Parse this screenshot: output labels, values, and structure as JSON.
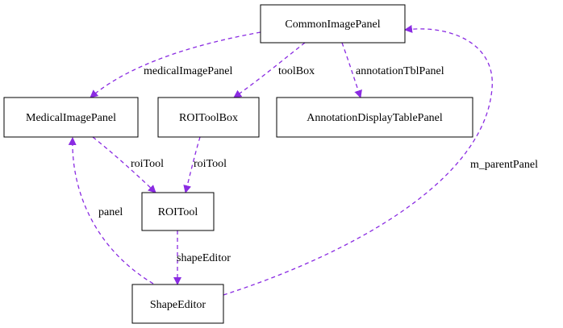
{
  "colors": {
    "edge": "#8a2be2",
    "node_border": "#000000",
    "background": "#ffffff"
  },
  "nodes": {
    "common": "CommonImagePanel",
    "medical": "MedicalImagePanel",
    "roitoolbox": "ROIToolBox",
    "annotation": "AnnotationDisplayTablePanel",
    "roitool": "ROITool",
    "shapeeditor": "ShapeEditor"
  },
  "edges": {
    "medicalImagePanel": "medicalImagePanel",
    "toolBox": "toolBox",
    "annotationTblPanel": "annotationTblPanel",
    "roiTool_medical": "roiTool",
    "roiTool_toolbox": "roiTool",
    "panel": "panel",
    "shapeEditor": "shapeEditor",
    "m_parentPanel": "m_parentPanel"
  }
}
